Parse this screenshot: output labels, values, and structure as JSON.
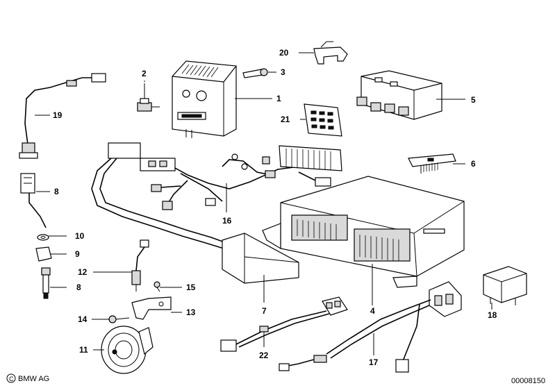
{
  "parts": {
    "p1": "1",
    "p2": "2",
    "p3": "3",
    "p4": "4",
    "p5": "5",
    "p6": "6",
    "p7": "7",
    "p8a": "8",
    "p8b": "8",
    "p9": "9",
    "p10": "10",
    "p11": "11",
    "p12": "12",
    "p13": "13",
    "p14": "14",
    "p15": "15",
    "p16": "16",
    "p17": "17",
    "p18": "18",
    "p19": "19",
    "p20": "20",
    "p21": "21",
    "p22": "22"
  },
  "footer": {
    "brand": "BMW AG",
    "code": "00008150"
  }
}
